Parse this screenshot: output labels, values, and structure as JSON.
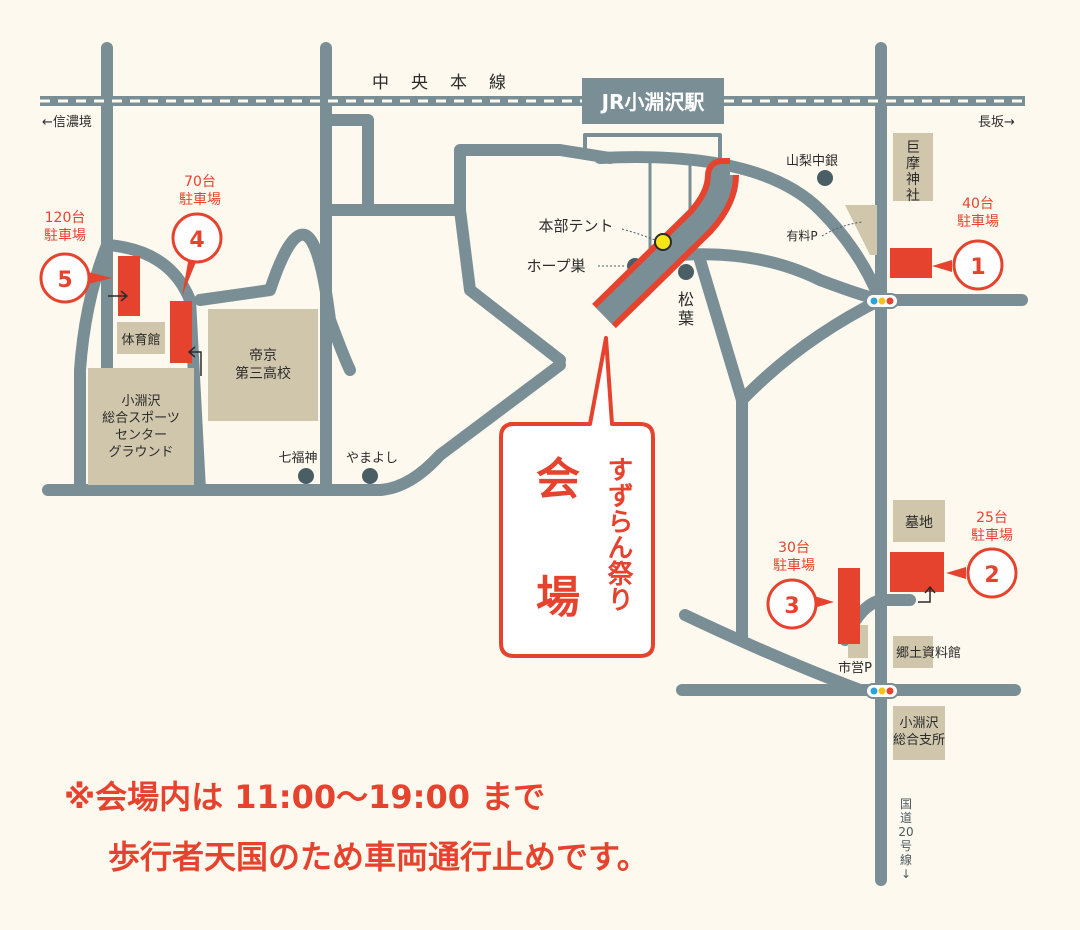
{
  "rail": {
    "line_name": "中央本線",
    "station": "JR小淵沢駅",
    "west_direction": "←信濃境",
    "east_direction": "長坂→"
  },
  "venue": {
    "main": "会",
    "main2": "場",
    "festival": "すずらん祭り"
  },
  "landmarks": {
    "hq_tent": "本部テント",
    "hope_su": "ホープ巣",
    "matsuba": "松",
    "matsuba2": "葉",
    "yamanashi_bank": "山梨中銀",
    "paid_parking": "有料P",
    "shrine_1": "巨",
    "shrine_2": "摩",
    "shrine_3": "神",
    "shrine_4": "社",
    "gym": "体育館",
    "sports_1": "小淵沢",
    "sports_2": "総合スポーツ",
    "sports_3": "センター",
    "sports_4": "グラウンド",
    "school_1": "帝京",
    "school_2": "第三高校",
    "shichifukujin": "七福神",
    "yamayoshi": "やまよし",
    "cemetery": "墓地",
    "museum": "郷土資料館",
    "city_parking": "市営P",
    "branch_1": "小淵沢",
    "branch_2": "総合支所",
    "route20_1": "国",
    "route20_2": "道",
    "route20_3": "20",
    "route20_4": "号",
    "route20_5": "線",
    "route20_arrow": "↓"
  },
  "parking": [
    {
      "num": "1",
      "count": "40台",
      "label": "駐車場"
    },
    {
      "num": "2",
      "count": "25台",
      "label": "駐車場"
    },
    {
      "num": "3",
      "count": "30台",
      "label": "駐車場"
    },
    {
      "num": "4",
      "count": "70台",
      "label": "駐車場"
    },
    {
      "num": "5",
      "count": "120台",
      "label": "駐車場"
    }
  ],
  "notice": {
    "line1": "※会場内は 11:00～19:00 まで",
    "line2": "歩行者天国のため車両通行止めです。"
  },
  "colors": {
    "road": "#7a8e96",
    "accent": "#e6432f",
    "building": "#cfc6ab",
    "background": "#fdf9ee"
  }
}
